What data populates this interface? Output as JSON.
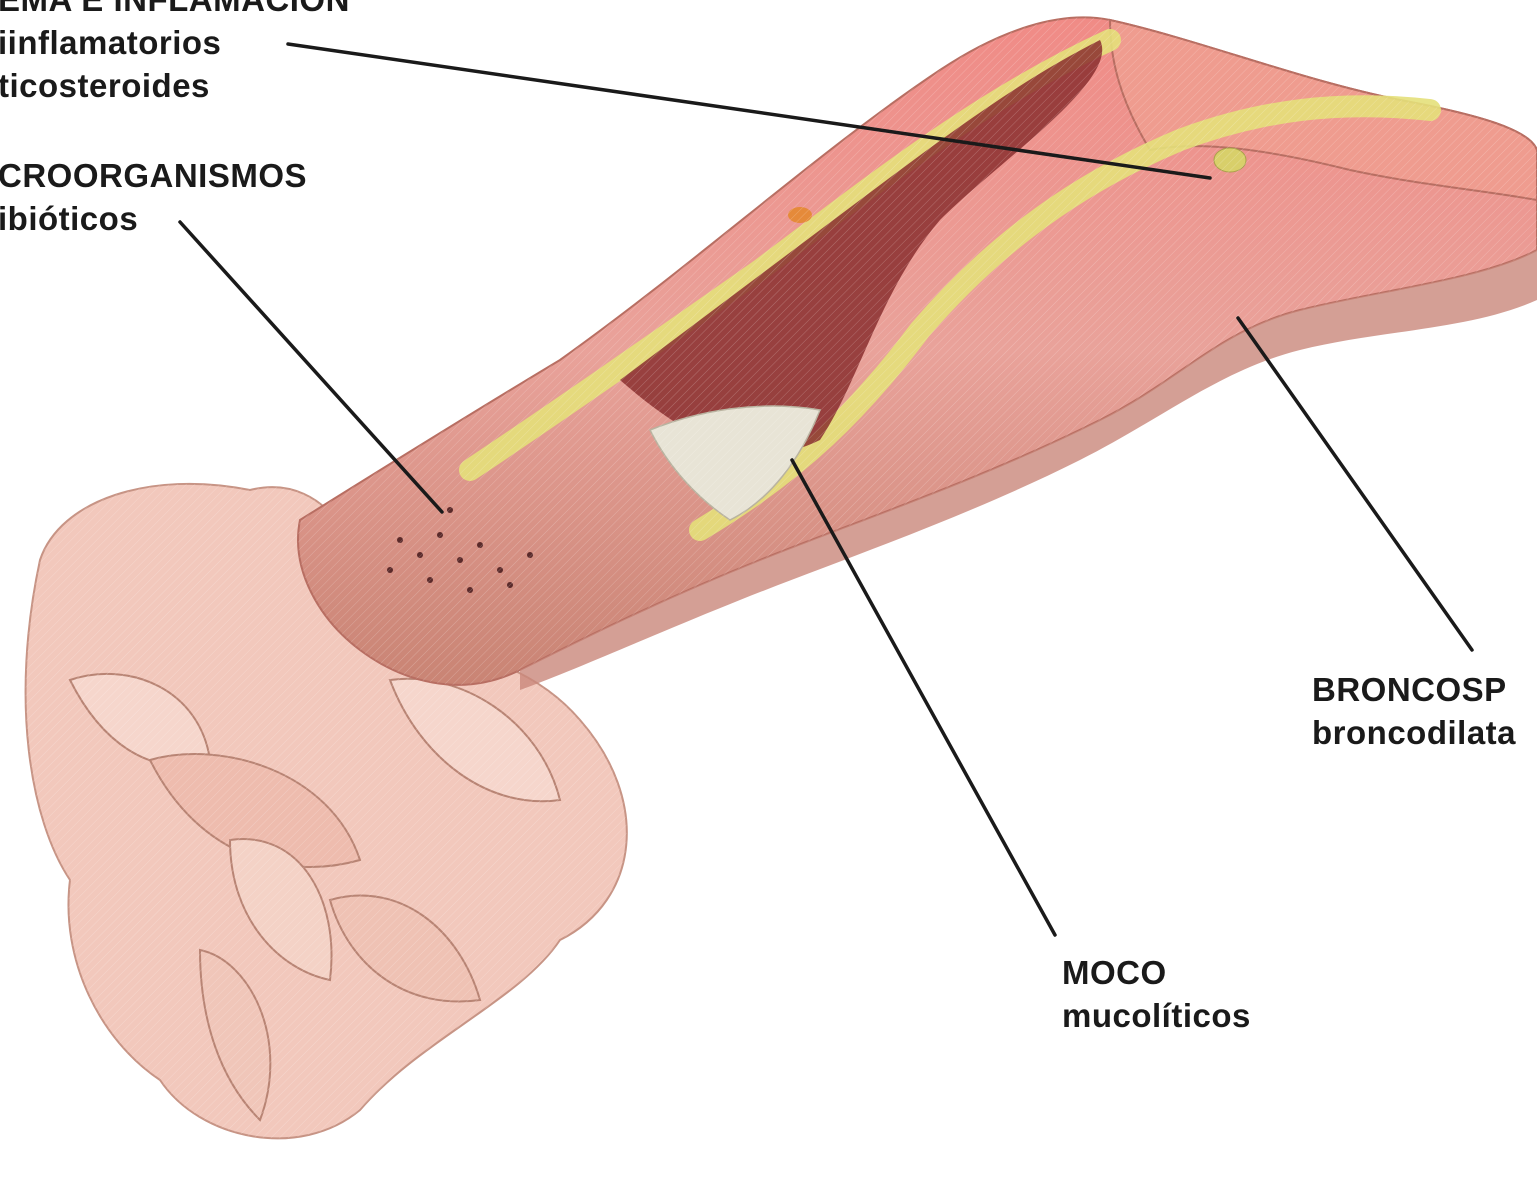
{
  "labels": {
    "edema": {
      "title": "EMA E INFLAMACIÓN",
      "line1": "iinflamatorios",
      "line2": "ticosteroides"
    },
    "microorganismos": {
      "title": "CROORGANISMOS",
      "line1": "ibióticos"
    },
    "broncospasmo": {
      "title": "BRONCOSP",
      "line1": "broncodilata"
    },
    "moco": {
      "title": "MOCO",
      "line1": "mucolíticos"
    }
  },
  "colors": {
    "leader_line": "#1a1a1a",
    "tissue_outer": "#e9a29a",
    "tissue_inner": "#d9534f",
    "epithelium": "#e4e07a",
    "inflamed": "#8a2f2f",
    "mucus": "#e8e4d6",
    "alveoli": "#f1c4b8"
  }
}
